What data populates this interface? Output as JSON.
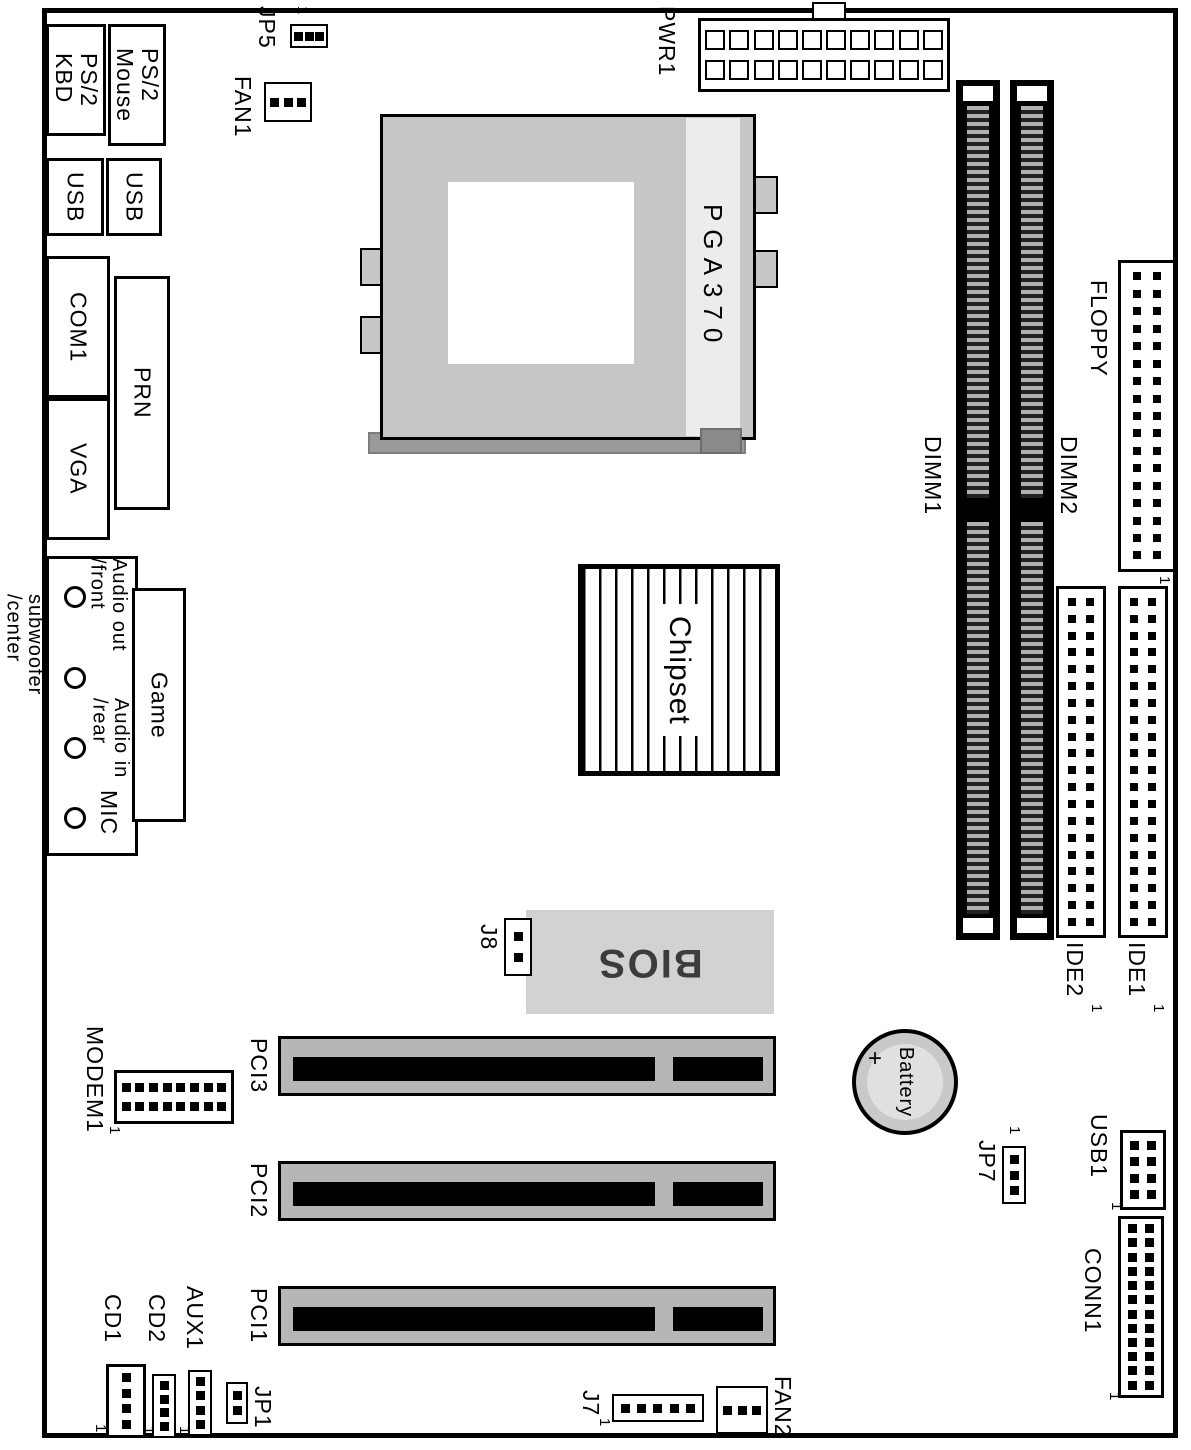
{
  "colors": {
    "line": "#000000",
    "socket_fill": "#c6c6c6",
    "socket_inner": "#ffffff",
    "bios_fill": "#d2d2d2",
    "pci_fill": "#b6b6b6",
    "dimm_fill": "#000000",
    "battery_fill": "#c9c9c9"
  },
  "labels": {
    "ps2_kbd": "PS/2\nKBD",
    "ps2_mouse": "PS/2\nMouse",
    "usb_a": "USB",
    "usb_b": "USB",
    "com1": "COM1",
    "prn": "PRN",
    "vga": "VGA",
    "audio_out": "Audio out\n/front",
    "subwoofer": "subwoofer\n/center",
    "audio_in": "Audio in\n/rear",
    "mic": "MIC",
    "game": "Game",
    "jp5": "JP5",
    "fan1": "FAN1",
    "pwr1": "PWR1",
    "cpu_socket": "PGA370",
    "dimm1": "DIMM1",
    "dimm2": "DIMM2",
    "floppy": "FLOPPY",
    "chipset": "Chipset",
    "ide2": "IDE2",
    "ide1": "IDE1",
    "bios": "BIOS",
    "j8": "J8",
    "pci3": "PCI3",
    "pci2": "PCI2",
    "pci1": "PCI1",
    "modem1": "MODEM1",
    "battery": "Battery",
    "battery_plus": "+",
    "jp7": "JP7",
    "usb1": "USB1",
    "conn1": "CONN1",
    "cd1": "CD1",
    "cd2": "CD2",
    "aux1": "AUX1",
    "jp1": "JP1",
    "j7": "J7",
    "fan2": "FAN2",
    "pin1": "1"
  },
  "pin_grids": {
    "pwr1": {
      "rows": 2,
      "cols": 10
    },
    "floppy": {
      "rows": 17,
      "cols": 2
    },
    "ide1": {
      "rows": 20,
      "cols": 2
    },
    "ide2": {
      "rows": 20,
      "cols": 2
    },
    "modem1": {
      "rows": 2,
      "cols": 8
    },
    "usb1": {
      "rows": 4,
      "cols": 2
    },
    "conn1": {
      "rows": 12,
      "cols": 2
    },
    "cd1": {
      "rows": 4,
      "cols": 1
    },
    "cd2": {
      "rows": 4,
      "cols": 1
    },
    "aux1": {
      "rows": 4,
      "cols": 1
    },
    "jp1": {
      "rows": 2,
      "cols": 1
    },
    "j8": {
      "rows": 2,
      "cols": 1
    },
    "jp5": {
      "rows": 1,
      "cols": 3
    },
    "jp7": {
      "rows": 3,
      "cols": 1
    },
    "j7": {
      "rows": 1,
      "cols": 5
    },
    "fan1": {
      "rows": 1,
      "cols": 3
    },
    "fan2": {
      "rows": 1,
      "cols": 3
    }
  }
}
